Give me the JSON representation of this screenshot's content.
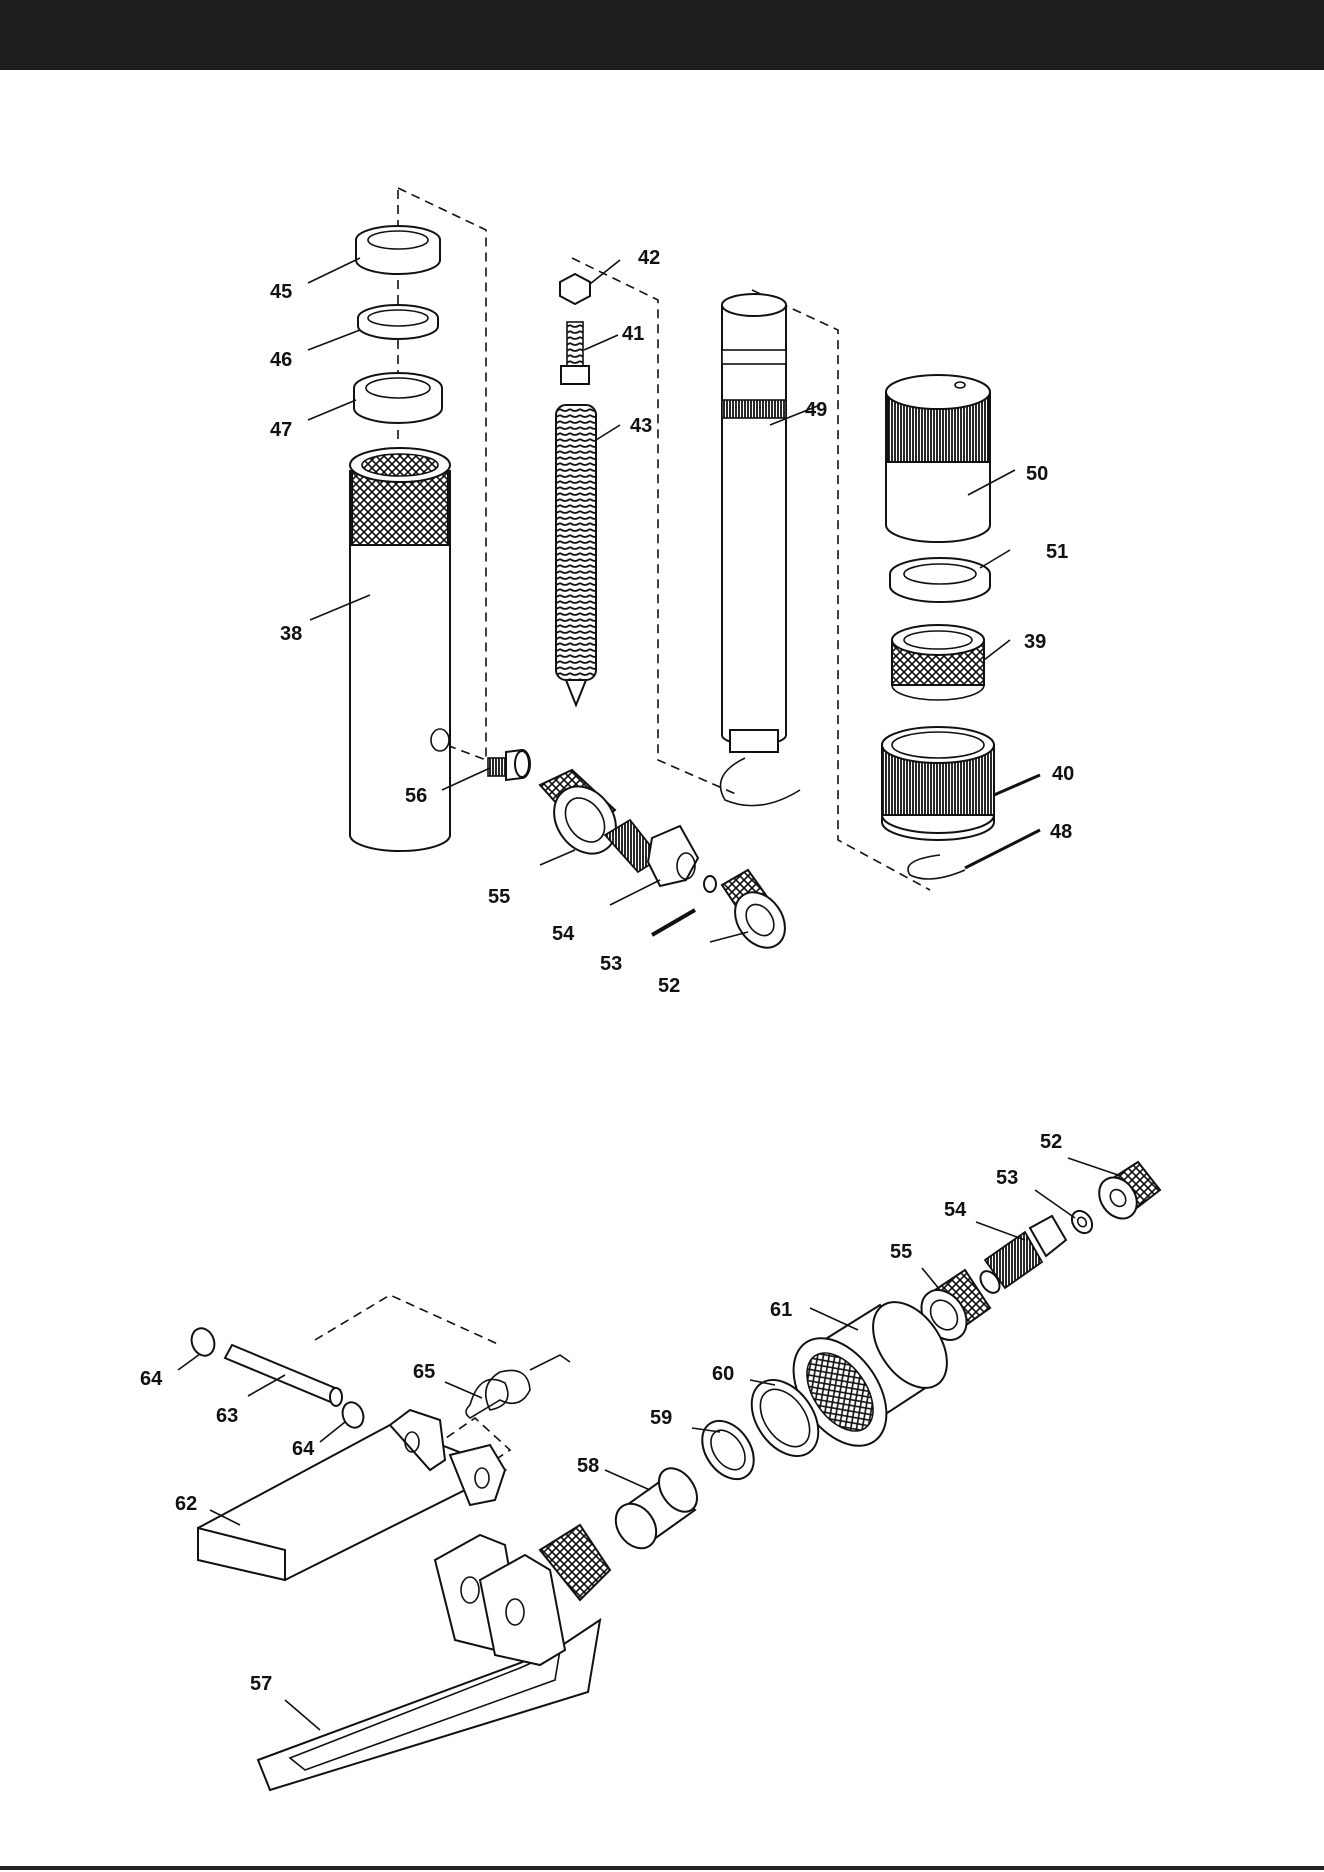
{
  "page": {
    "header_bar_color": "#1e1e1e",
    "footer_text": ""
  },
  "diagram_top": {
    "labels": [
      "45",
      "46",
      "47",
      "38",
      "56",
      "55",
      "54",
      "53",
      "52",
      "42",
      "41",
      "43",
      "49",
      "50",
      "51",
      "39",
      "40",
      "48"
    ]
  },
  "diagram_bottom": {
    "labels": [
      "52",
      "53",
      "54",
      "55",
      "61",
      "60",
      "59",
      "58",
      "65",
      "64",
      "63",
      "64",
      "62",
      "57"
    ]
  }
}
